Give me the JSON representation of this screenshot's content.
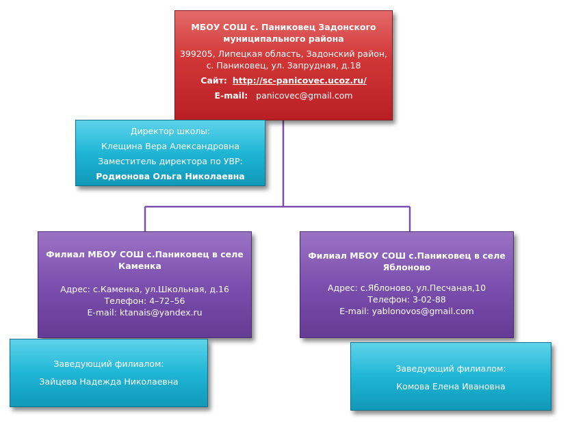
{
  "school": {
    "name_line1": "МБОУ СОШ с. Паниковец Задонского",
    "name_line2": "муниципального района",
    "address_line1": "399205, Липецкая область, Задонский район,",
    "address_line2": "с. Паниковец, ул. Запрудная, д.18",
    "site_label": "Сайт:",
    "site_url": "http://sc-panicovec.ucoz.ru/",
    "email_label": "E-mail:",
    "email": "panicovec@gmail.com"
  },
  "directors": {
    "director_title": "Директор школы:",
    "director_name": "Клещина Вера Александровна",
    "deputy_title": "Заместитель директора по УВР:",
    "deputy_name": "Родионова Ольга Николаевна"
  },
  "branch_left": {
    "title_line1": "Филиал МБОУ СОШ с.Паниковец в селе",
    "title_line2": "Каменка",
    "address": "Адрес: с.Каменка, ул.Школьная, д.16",
    "phone": "Телефон: 4–72–56",
    "email": "E-mail: ktanais@yandex.ru",
    "head_title": "Заведующий филиалом:",
    "head_name": "Зайцева Надежда Николаевна"
  },
  "branch_right": {
    "title_line1": "Филиал МБОУ СОШ с.Паниковец в селе",
    "title_line2": "Яблоново",
    "address": "Адрес: с.Яблоново, ул.Песчаная,10",
    "phone": "Телефон: 3-02-88",
    "email": "E-mail: yablonovos@gmail.com",
    "head_title": "Заведующий филиалом:",
    "head_name": "Комова Елена Ивановна"
  },
  "colors": {
    "connector": "#7b4fae",
    "red_box": "#d13636",
    "cyan_box": "#1fb6d6",
    "purple_box": "#7b4fae"
  }
}
